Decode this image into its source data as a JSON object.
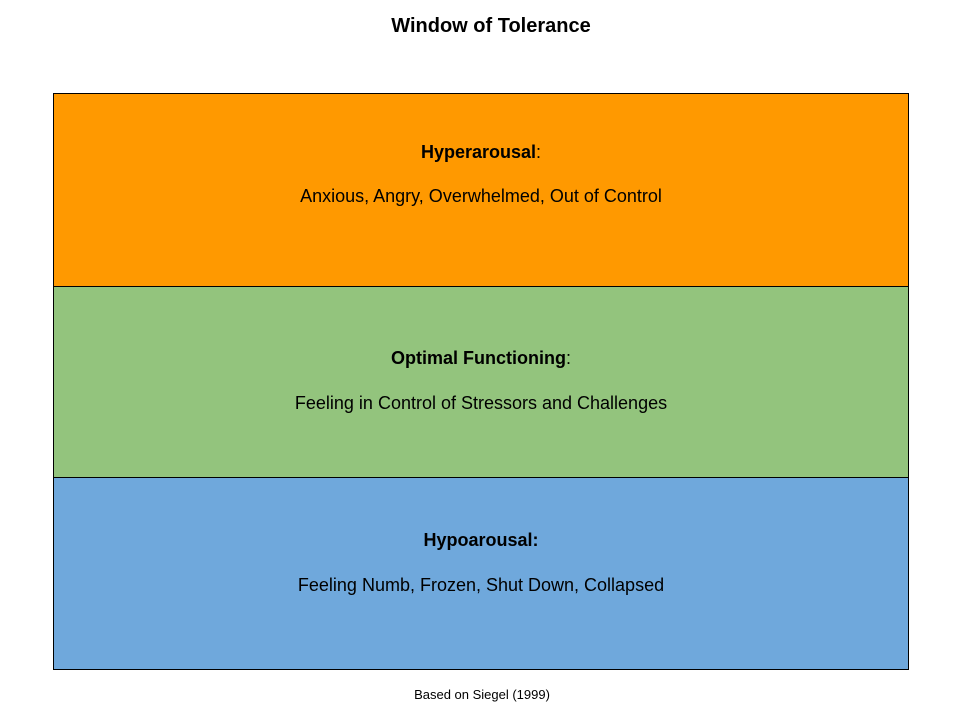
{
  "title": "Window of Tolerance",
  "zones": [
    {
      "name": "Hyperarousal",
      "suffix": ":",
      "description": "Anxious, Angry, Overwhelmed, Out of Control",
      "color": "#ff9900"
    },
    {
      "name": "Optimal Functioning",
      "suffix": ":",
      "description": "Feeling in Control of Stressors and Challenges",
      "color": "#93c47d"
    },
    {
      "name": "Hypoarousal:",
      "suffix": "",
      "description": "Feeling Numb, Frozen, Shut Down, Collapsed",
      "color": "#6fa8dc"
    }
  ],
  "footnote": "Based on Siegel (1999)"
}
